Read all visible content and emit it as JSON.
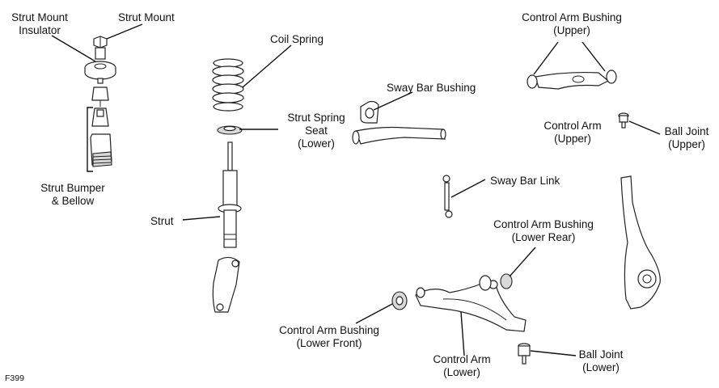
{
  "figure_id": "F399",
  "labels": {
    "strut_mount_insulator": [
      "Strut Mount",
      "Insulator"
    ],
    "strut_mount": [
      "Strut Mount"
    ],
    "coil_spring": [
      "Coil Spring"
    ],
    "strut_spring_seat": [
      "Strut Spring",
      "Seat",
      "(Lower)"
    ],
    "sway_bar_bushing": [
      "Sway Bar Bushing"
    ],
    "control_arm_bushing_upper": [
      "Control Arm Bushing",
      "(Upper)"
    ],
    "control_arm_upper": [
      "Control Arm",
      "(Upper)"
    ],
    "ball_joint_upper": [
      "Ball Joint",
      "(Upper)"
    ],
    "strut_bumper_bellow": [
      "Strut Bumper",
      "& Bellow"
    ],
    "strut": [
      "Strut"
    ],
    "sway_bar_link": [
      "Sway Bar Link"
    ],
    "control_arm_bushing_lower_rear": [
      "Control Arm Bushing",
      "(Lower Rear)"
    ],
    "control_arm_bushing_lower_front": [
      "Control Arm Bushing",
      "(Lower Front)"
    ],
    "control_arm_lower": [
      "Control Arm",
      "(Lower)"
    ],
    "ball_joint_lower": [
      "Ball Joint",
      "(Lower)"
    ]
  }
}
